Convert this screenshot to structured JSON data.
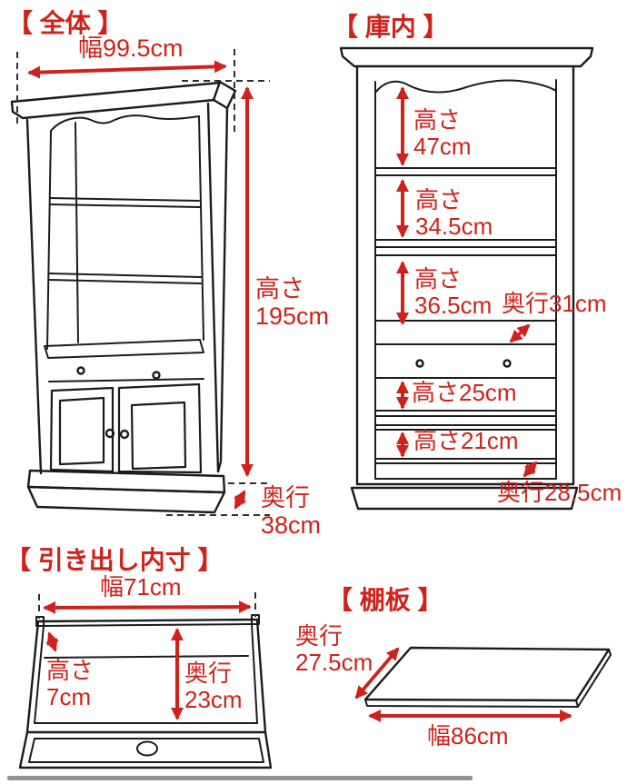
{
  "diagram_type": "furniture-dimension-diagram",
  "unit": "cm",
  "colors": {
    "accent_red": "#cf221b",
    "line_black": "#1b1b1b",
    "dash_gray": "#2e2e2e"
  },
  "overall": {
    "title": "【 全体 】",
    "width_label": "幅99.5cm",
    "height_label": "高さ\n195cm",
    "depth_label": "奥行\n38cm",
    "width_cm": 99.5,
    "height_cm": 195,
    "depth_cm": 38
  },
  "interior": {
    "title": "【 庫内 】",
    "shelf1_height_label": "高さ\n47cm",
    "shelf2_height_label": "高さ\n34.5cm",
    "shelf3_height_label": "高さ\n36.5cm",
    "upper_depth_label": "奥行31cm",
    "shelf4_height_label": "高さ25cm",
    "shelf5_height_label": "高さ21cm",
    "lower_depth_label": "奥行28.5cm",
    "shelf_heights_cm": [
      47,
      34.5,
      36.5,
      25,
      21
    ],
    "upper_depth_cm": 31,
    "lower_depth_cm": 28.5
  },
  "drawer": {
    "title": "【 引き出し内寸 】",
    "width_label": "幅71cm",
    "height_label": "高さ\n7cm",
    "depth_label": "奥行\n23cm",
    "width_cm": 71,
    "height_cm": 7,
    "depth_cm": 23
  },
  "shelf_board": {
    "title": "【 棚板 】",
    "depth_label": "奥行\n27.5cm",
    "width_label": "幅86cm",
    "depth_cm": 27.5,
    "width_cm": 86
  }
}
